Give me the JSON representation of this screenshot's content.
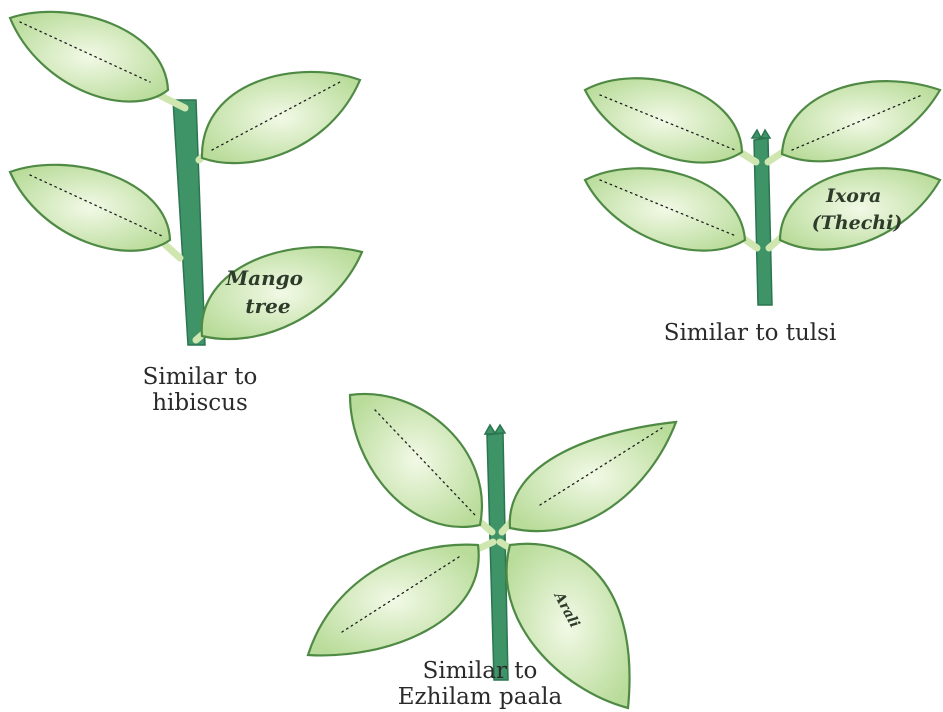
{
  "colors": {
    "leaf_fill_center": "#f2f9e6",
    "leaf_fill_edge": "#b9dc9a",
    "leaf_outline": "#4f8a45",
    "stem": "#3e9467",
    "stem_dark": "#2b7550",
    "petiole": "#cfe6b0"
  },
  "figures": [
    {
      "caption_lines": [
        "Similar to",
        "hibiscus"
      ],
      "leaf_labels": [
        {
          "lines": [
            "Mango",
            "tree"
          ]
        }
      ]
    },
    {
      "caption_lines": [
        "Similar to tulsi"
      ],
      "leaf_labels": [
        {
          "lines": [
            "Ixora",
            "(Thechi)"
          ]
        }
      ]
    },
    {
      "caption_lines": [
        "Similar to",
        "Ezhilam paala"
      ],
      "leaf_labels": [
        {
          "lines": [
            "Arali"
          ]
        }
      ]
    }
  ]
}
